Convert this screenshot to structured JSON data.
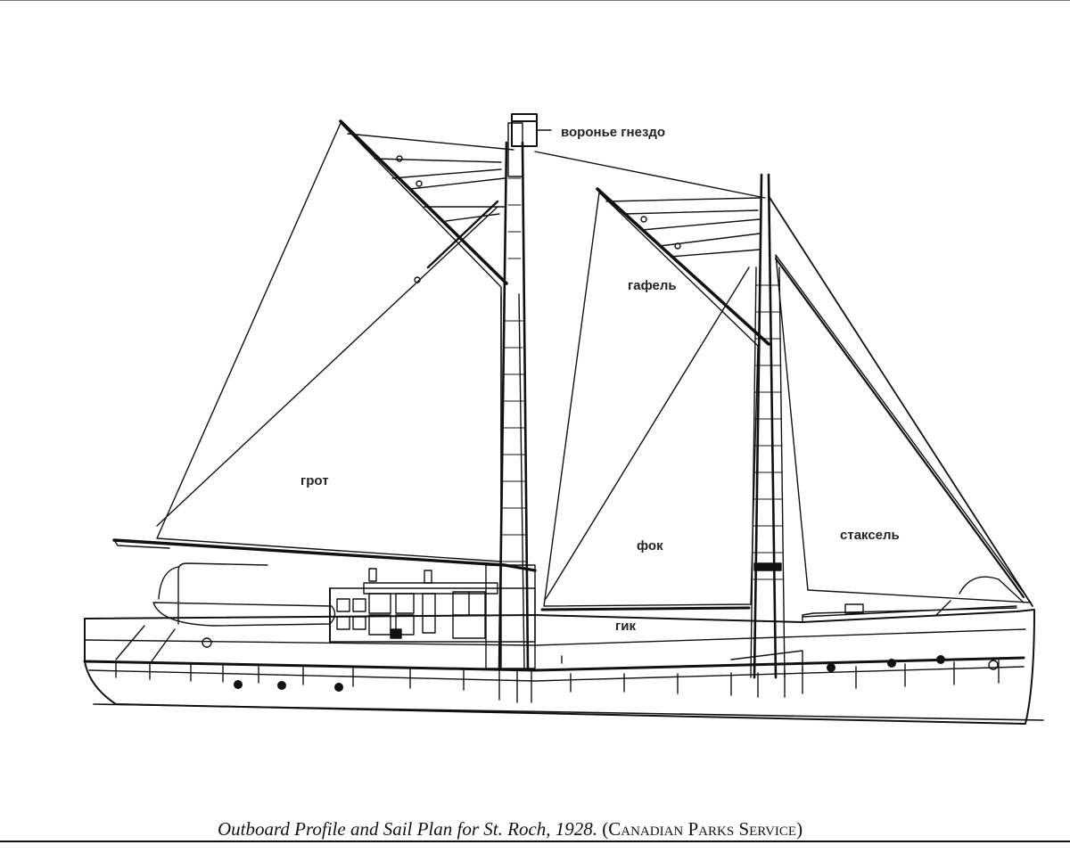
{
  "labels": {
    "crows_nest": "воронье гнездо",
    "gaff": "гафель",
    "mainsail": "грот",
    "foresail": "фок",
    "staysail": "стаксель",
    "boom": "гик"
  },
  "caption": {
    "title": "Outboard Profile and Sail Plan for St. Roch, 1928.",
    "source": "(Canadian Parks Service)"
  },
  "colors": {
    "ink": "#111111",
    "label": "#222222",
    "paper": "#ffffff"
  }
}
